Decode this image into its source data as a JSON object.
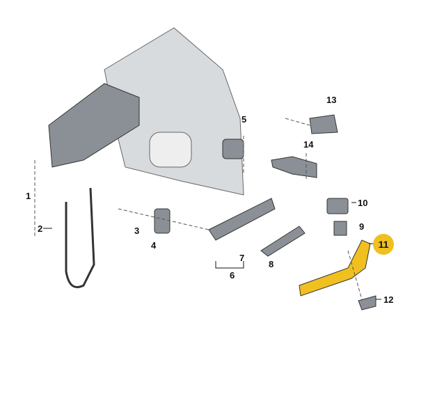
{
  "labels": {
    "p1": "1",
    "p2": "2",
    "p3": "3",
    "p4": "4",
    "p5": "5",
    "p6": "6",
    "p7": "7",
    "p8": "8",
    "p9": "9",
    "p10": "10",
    "p11": "11",
    "p12": "12",
    "p13": "13",
    "p14": "14"
  },
  "colors": {
    "highlight": "#f0c020",
    "part": "#8a9096",
    "body": "#d8dbde",
    "line": "#555"
  }
}
